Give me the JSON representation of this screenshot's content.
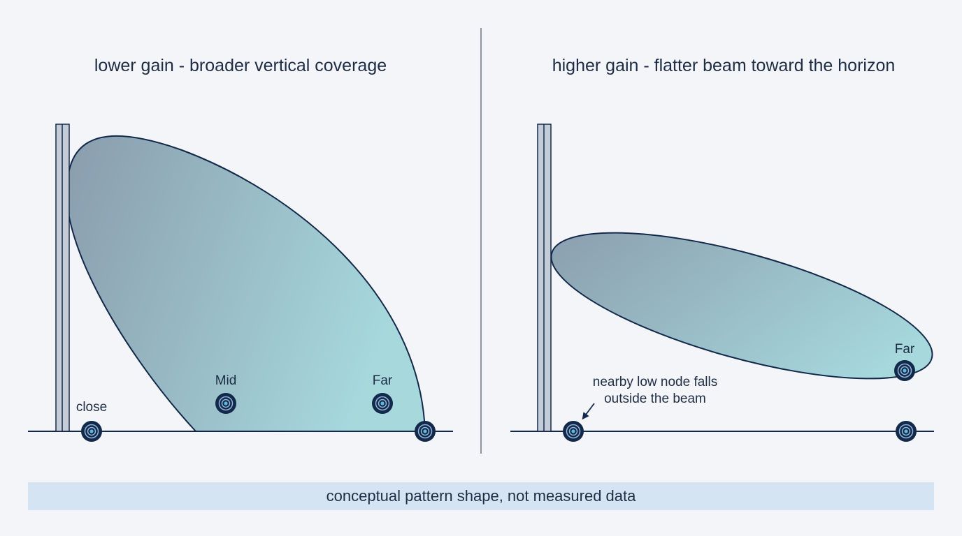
{
  "left_panel": {
    "title": "lower gain - broader vertical coverage",
    "labels": {
      "close": "close",
      "mid": "Mid",
      "far": "Far"
    }
  },
  "right_panel": {
    "title": "higher gain - flatter beam toward the horizon",
    "labels": {
      "far": "Far"
    },
    "annotation": [
      "nearby low node falls",
      "outside the beam"
    ]
  },
  "footer": {
    "note": "conceptual pattern shape, not measured data"
  },
  "colors": {
    "beam_dark": "#8a9cad",
    "beam_light": "#a6d8dc",
    "outline": "#13294b",
    "node_dark": "#13294b",
    "node_light": "#5fb8e0",
    "mast_fill": "#c4ccd8",
    "footer_bg": "#d5e4f3"
  }
}
